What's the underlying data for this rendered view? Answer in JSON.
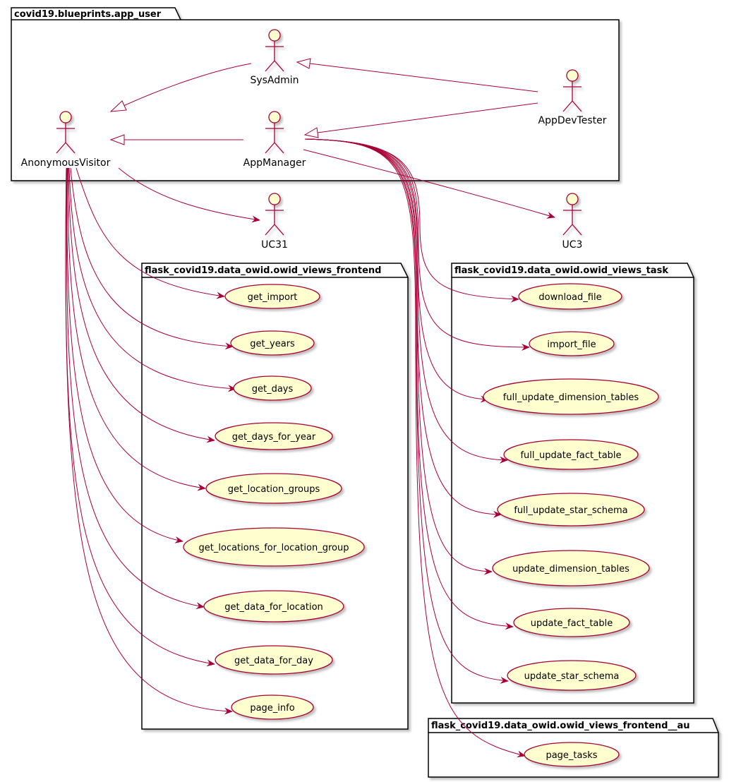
{
  "packages": [
    {
      "id": "app_user",
      "title": "covid19.blueprints.app_user"
    },
    {
      "id": "frontend",
      "title": "flask_covid19.data_owid.owid_views_frontend"
    },
    {
      "id": "task",
      "title": "flask_covid19.data_owid.owid_views_task"
    },
    {
      "id": "frontend_au",
      "title": "flask_covid19.data_owid.owid_views_frontend__au"
    }
  ],
  "actors": [
    {
      "id": "sysadmin",
      "label": "SysAdmin"
    },
    {
      "id": "appdevtester",
      "label": "AppDevTester"
    },
    {
      "id": "anonymous",
      "label": "AnonymousVisitor"
    },
    {
      "id": "appmanager",
      "label": "AppManager"
    },
    {
      "id": "uc31",
      "label": "UC31"
    },
    {
      "id": "uc3",
      "label": "UC3"
    }
  ],
  "usecases": [
    {
      "id": "get_import",
      "label": "get_import"
    },
    {
      "id": "get_years",
      "label": "get_years"
    },
    {
      "id": "get_days",
      "label": "get_days"
    },
    {
      "id": "get_days_for_year",
      "label": "get_days_for_year"
    },
    {
      "id": "get_location_groups",
      "label": "get_location_groups"
    },
    {
      "id": "get_locations_for_location_group",
      "label": "get_locations_for_location_group"
    },
    {
      "id": "get_data_for_location",
      "label": "get_data_for_location"
    },
    {
      "id": "get_data_for_day",
      "label": "get_data_for_day"
    },
    {
      "id": "page_info",
      "label": "page_info"
    },
    {
      "id": "download_file",
      "label": "download_file"
    },
    {
      "id": "import_file",
      "label": "import_file"
    },
    {
      "id": "full_update_dimension_tables",
      "label": "full_update_dimension_tables"
    },
    {
      "id": "full_update_fact_table",
      "label": "full_update_fact_table"
    },
    {
      "id": "full_update_star_schema",
      "label": "full_update_star_schema"
    },
    {
      "id": "update_dimension_tables",
      "label": "update_dimension_tables"
    },
    {
      "id": "update_fact_table",
      "label": "update_fact_table"
    },
    {
      "id": "update_star_schema",
      "label": "update_star_schema"
    },
    {
      "id": "page_tasks",
      "label": "page_tasks"
    }
  ],
  "colors": {
    "line": "#a80036",
    "fill": "#fefece",
    "shadow": "#d0d0d0",
    "border": "#000000"
  }
}
